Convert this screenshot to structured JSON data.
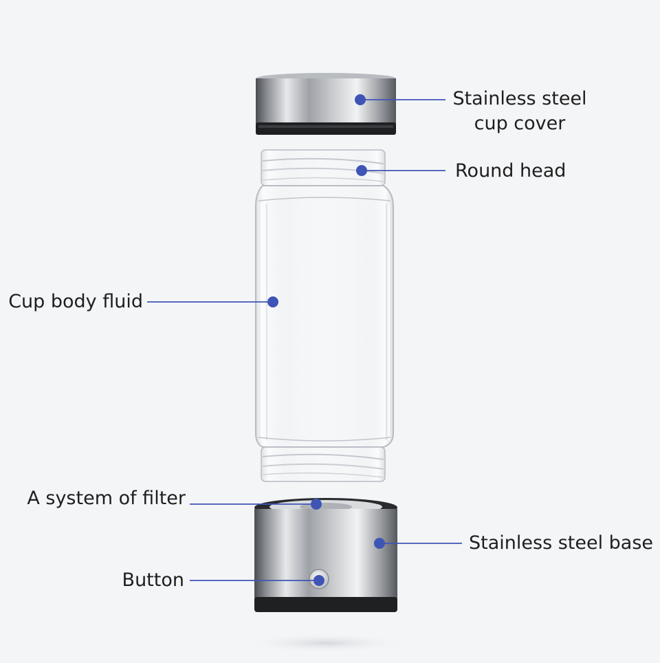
{
  "labels": {
    "cup_cover_line1": "Stainless steel",
    "cup_cover_line2": "cup cover",
    "round_head": "Round head",
    "cup_body": "Cup body fluid",
    "filter": "A system of filter",
    "base": "Stainless steel base",
    "button": "Button"
  },
  "colors": {
    "background": "#f4f5f7",
    "callout_dot": "#3f55b6",
    "callout_line": "#3f55b6",
    "text": "#1e1e1e"
  }
}
